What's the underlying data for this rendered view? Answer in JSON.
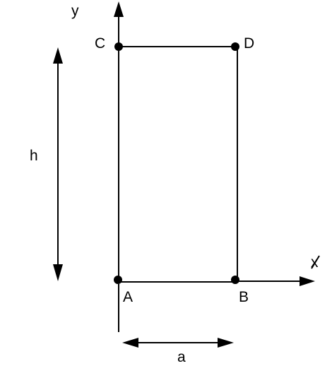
{
  "axes": {
    "x_label": "x",
    "y_label": "y"
  },
  "points": {
    "a": "A",
    "b": "B",
    "c": "C",
    "d": "D"
  },
  "dimensions": {
    "height_label": "h",
    "width_label": "a"
  },
  "colors": {
    "ink": "#000000",
    "background": "#ffffff"
  }
}
